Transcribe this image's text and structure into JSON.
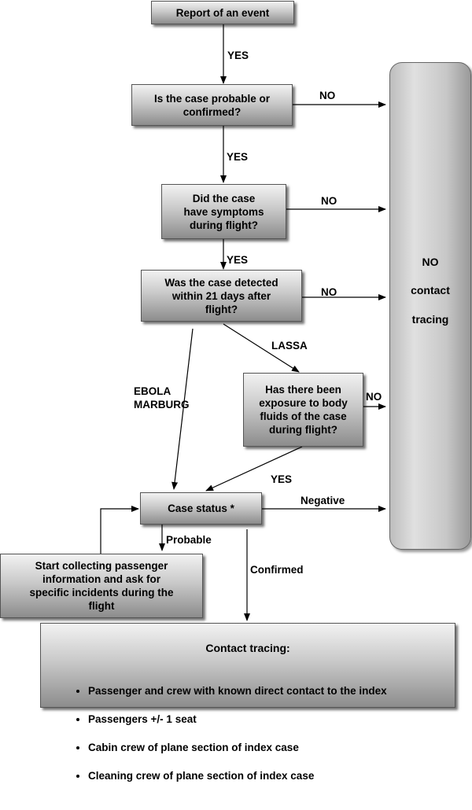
{
  "nodes": {
    "report": "Report of an event",
    "probable": "Is the case probable or\nconfirmed?",
    "symptoms": "Did the case\nhave symptoms\nduring flight?",
    "detected": "Was the case detected\nwithin 21 days after\nflight?",
    "exposure": "Has there been\nexposure to body\nfluids of the case\nduring flight?",
    "status": "Case status *",
    "collect": "Start collecting passenger\ninformation and ask for\nspecific incidents during the\nflight",
    "no_tracing": [
      "NO",
      "contact",
      "tracing"
    ]
  },
  "labels": {
    "yes1": "YES",
    "no1": "NO",
    "yes2": "YES",
    "no2": "NO",
    "yes3": "YES",
    "no3": "NO",
    "lassa": "LASSA",
    "ebola": "EBOLA\nMARBURG",
    "no4": "NO",
    "yes4": "YES",
    "negative": "Negative",
    "probable": "Probable",
    "confirmed": "Confirmed"
  },
  "contact_tracing": {
    "title": "Contact tracing:",
    "items": [
      "Passenger and crew with known direct contact to the index",
      "Passengers +/- 1 seat",
      "Cabin crew of plane section of index case",
      "Cleaning crew of plane section of index case"
    ]
  }
}
